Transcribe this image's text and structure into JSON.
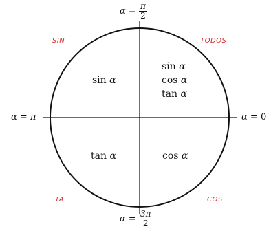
{
  "colors": {
    "line": "#111111",
    "quadrant_label": "#d42a2a"
  },
  "quadrant_labels": {
    "top_left": "SIN",
    "top_right": "TODOS",
    "bottom_left": "TA",
    "bottom_right": "COS"
  },
  "axis_labels": {
    "right": {
      "lhs": "α",
      "rhs": "0"
    },
    "left": {
      "lhs": "α",
      "rhs": "π"
    },
    "top": {
      "lhs": "α",
      "num": "π",
      "den": "2"
    },
    "bottom": {
      "lhs": "α",
      "num": "3π",
      "den": "2"
    }
  },
  "quadrants": {
    "q1": [
      {
        "fn": "sin",
        "var": "α"
      },
      {
        "fn": "cos",
        "var": "α"
      },
      {
        "fn": "tan",
        "var": "α"
      }
    ],
    "q2": [
      {
        "fn": "sin",
        "var": "α"
      }
    ],
    "q3": [
      {
        "fn": "tan",
        "var": "α"
      }
    ],
    "q4": [
      {
        "fn": "cos",
        "var": "α"
      }
    ]
  }
}
